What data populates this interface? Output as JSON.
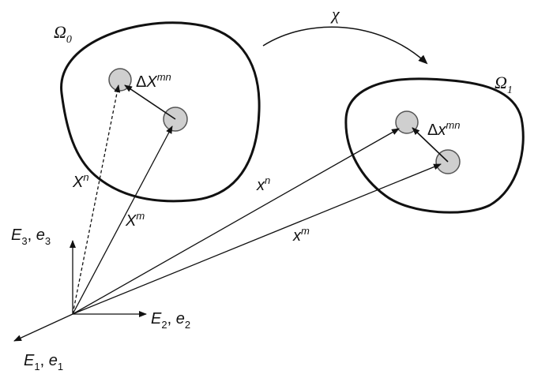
{
  "labels": {
    "omega0": {
      "base": "Ω",
      "sub": "0"
    },
    "omega1": {
      "base": "Ω",
      "sub": "1"
    },
    "chi": "χ",
    "delta_X": {
      "delta": "Δ",
      "base": "X",
      "sup": "mn"
    },
    "delta_x": {
      "delta": "Δ",
      "base": "x",
      "sup": "mn"
    },
    "X_n": {
      "base": "X",
      "sup": "n"
    },
    "X_m": {
      "base": "X",
      "sup": "m"
    },
    "x_n": {
      "base": "x",
      "sup": "n"
    },
    "x_m": {
      "base": "x",
      "sup": "m"
    },
    "E3e3": {
      "a": "E",
      "a_sub": "3",
      "sep": ", ",
      "b": "e",
      "b_sub": "3"
    },
    "E2e2": {
      "a": "E",
      "a_sub": "2",
      "sep": ", ",
      "b": "e",
      "b_sub": "2"
    },
    "E1e1": {
      "a": "E",
      "a_sub": "1",
      "sep": ", ",
      "b": "e",
      "b_sub": "1"
    }
  },
  "colors": {
    "stroke": "#111111",
    "particle_fill": "#cfcfcf",
    "particle_stroke": "#555555",
    "background": "#ffffff"
  }
}
